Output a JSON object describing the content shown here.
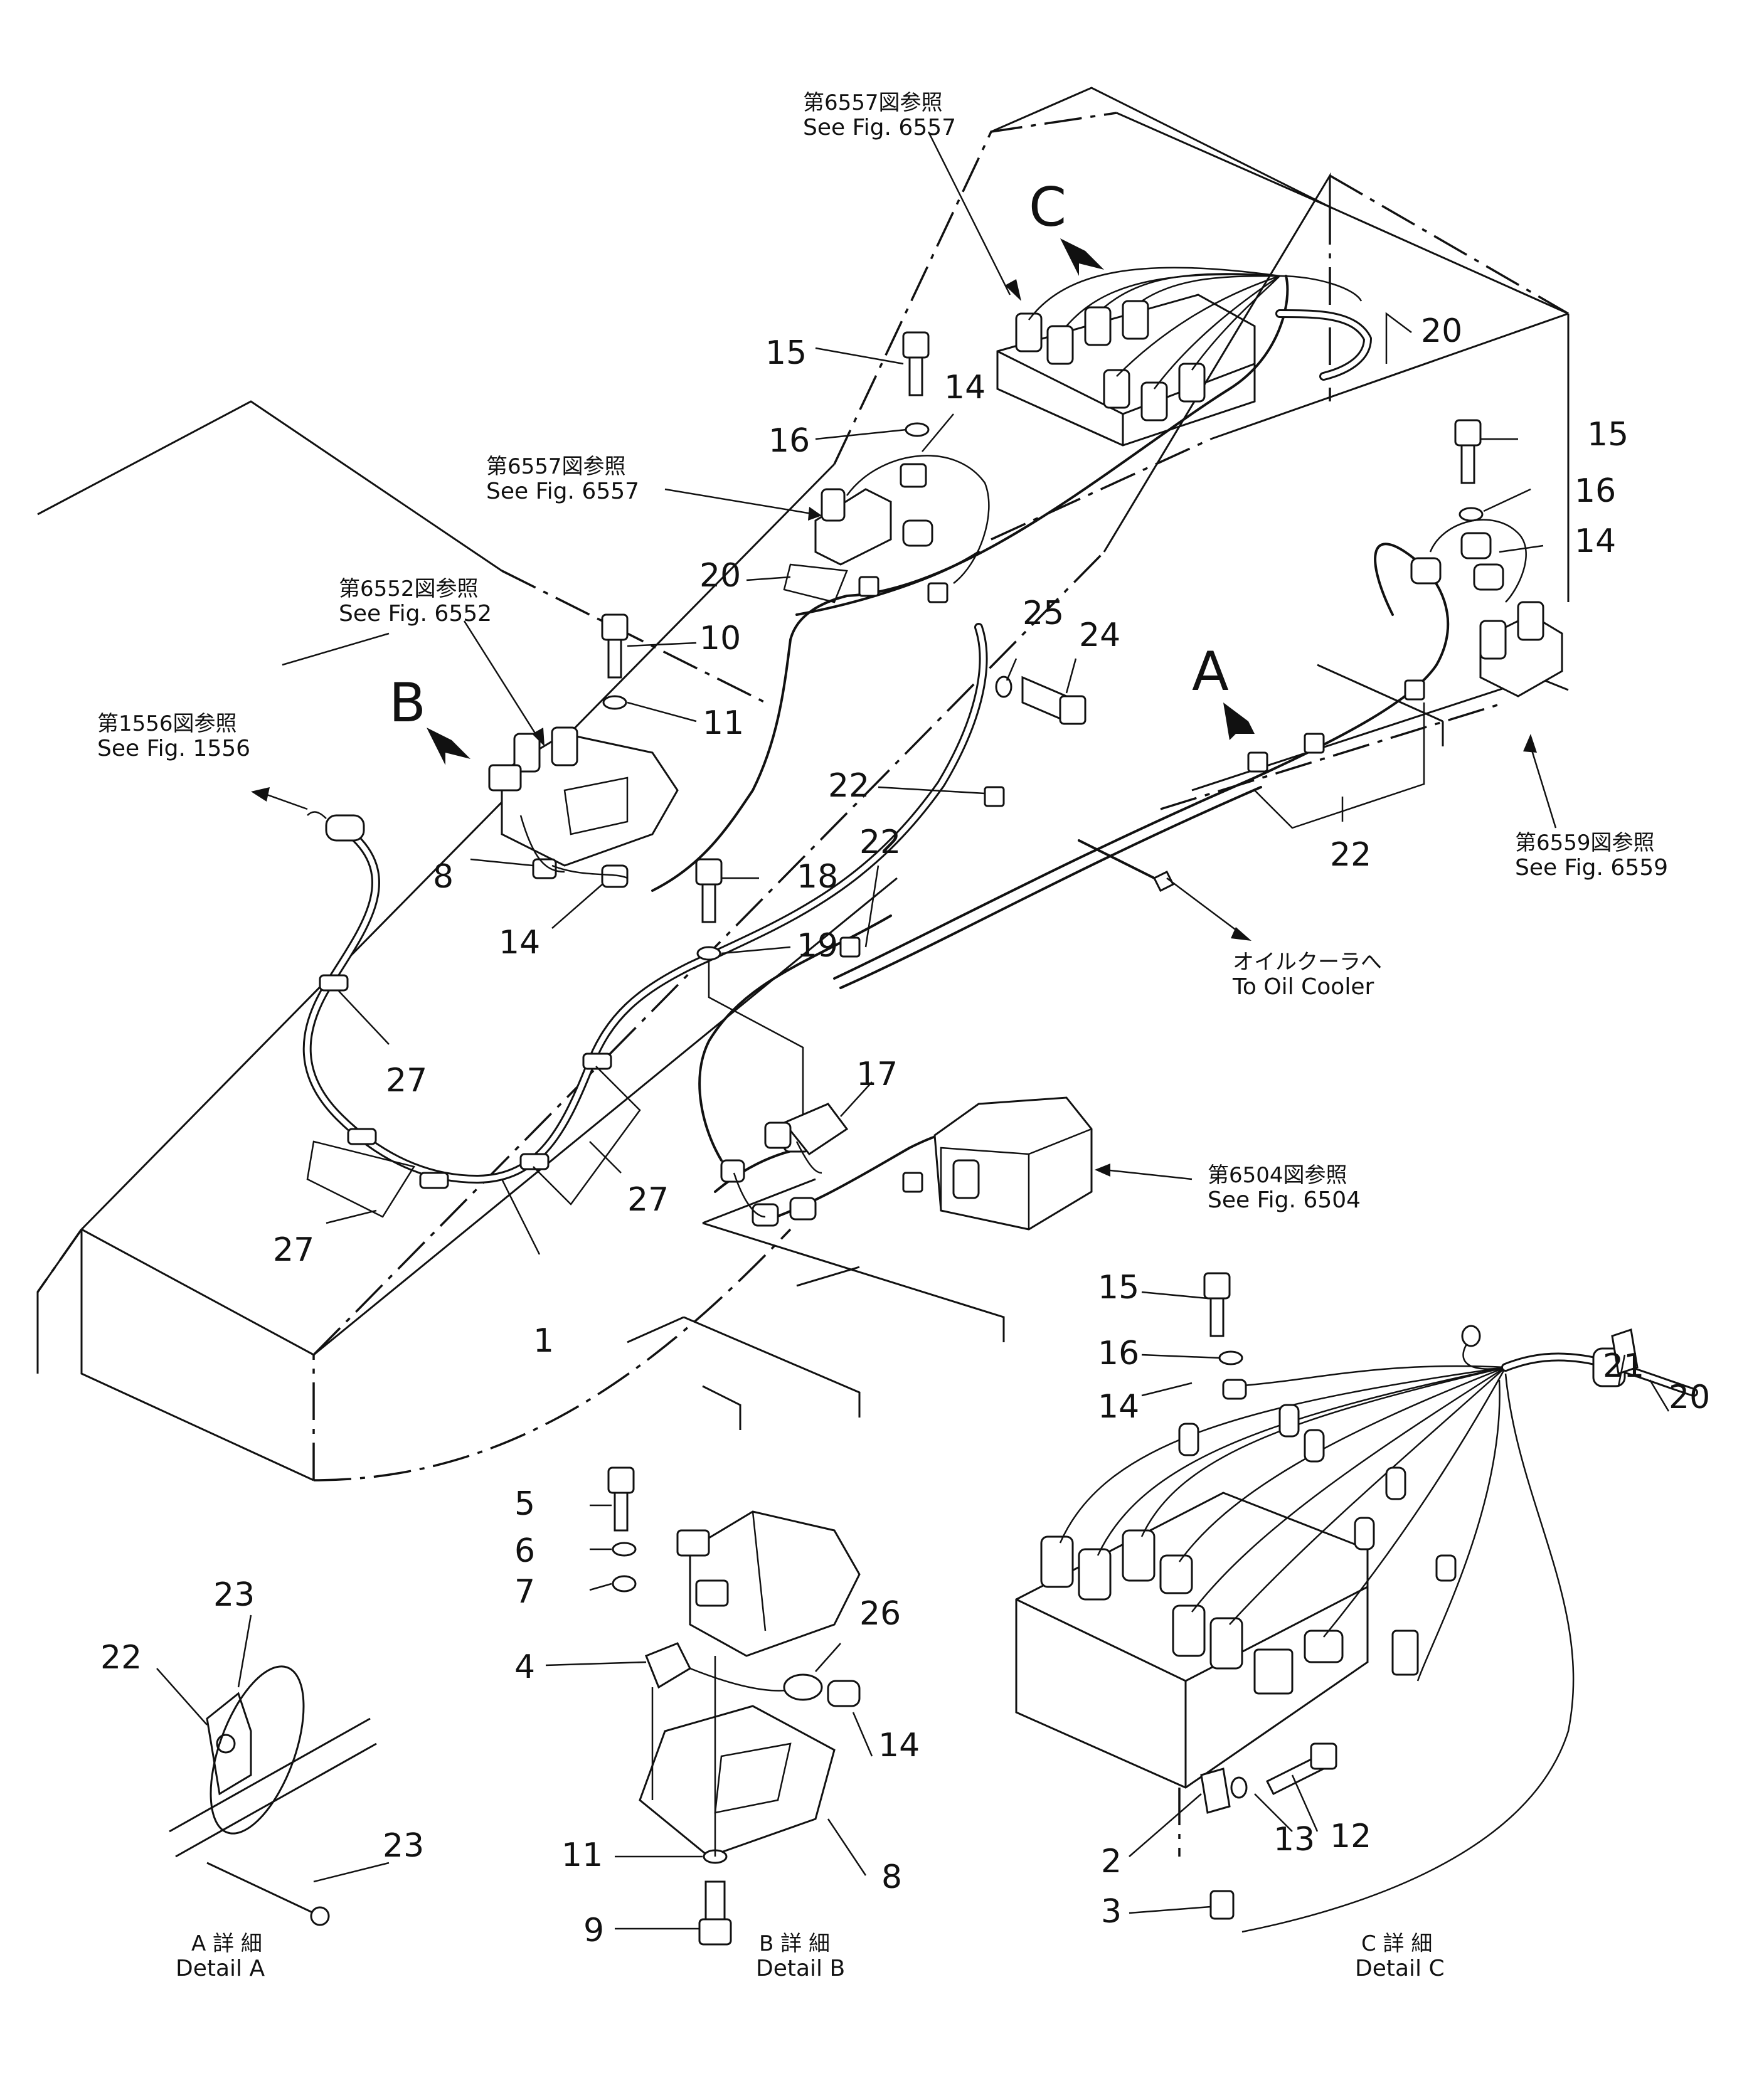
{
  "labels": {
    "big_c": "C",
    "big_b": "B",
    "big_a": "A",
    "n15a": "15",
    "n14a": "14",
    "n16a": "16",
    "n20a": "20",
    "n15b": "15",
    "n16b": "16",
    "n14b": "14",
    "n20b": "20",
    "n25": "25",
    "n24": "24",
    "n10": "10",
    "n11a": "11",
    "n8a": "8",
    "n14c": "14",
    "n22a": "22",
    "n22b": "22",
    "n22c": "22",
    "n18": "18",
    "n19": "19",
    "n17": "17",
    "n27a": "27",
    "n27b": "27",
    "n27c": "27",
    "n1": "1",
    "n15c": "15",
    "n16c": "16",
    "n14d": "14",
    "n21": "21",
    "n20c": "20",
    "n5": "5",
    "n6": "6",
    "n7": "7",
    "n26": "26",
    "n4": "4",
    "n14e": "14",
    "n11b": "11",
    "n8b": "8",
    "n9": "9",
    "n22d": "22",
    "n23a": "23",
    "n23b": "23",
    "n12": "12",
    "n13": "13",
    "n2": "2",
    "n3": "3"
  },
  "references": {
    "r6557_top": {
      "jp": "第6557図参照",
      "en": "See  Fig. 6557"
    },
    "r6557_mid": {
      "jp": "第6557図参照",
      "en": "See  Fig. 6557"
    },
    "r6552": {
      "jp": "第6552図参照",
      "en": "See  Fig. 6552"
    },
    "r1556": {
      "jp": "第1556図参照",
      "en": "See  Fig. 1556"
    },
    "r6559": {
      "jp": "第6559図参照",
      "en": "See  Fig. 6559"
    },
    "r6504": {
      "jp": "第6504図参照",
      "en": "See  Fig. 6504"
    },
    "oil_cooler": {
      "jp": "オイルクーラへ",
      "en": "To  Oil  Cooler"
    }
  },
  "details": {
    "a": {
      "jp": "A 詳 細",
      "en": "Detail  A"
    },
    "b": {
      "jp": "B 詳 細",
      "en": "Detail  B"
    },
    "c": {
      "jp": "C 詳 細",
      "en": "Detail  C"
    }
  }
}
